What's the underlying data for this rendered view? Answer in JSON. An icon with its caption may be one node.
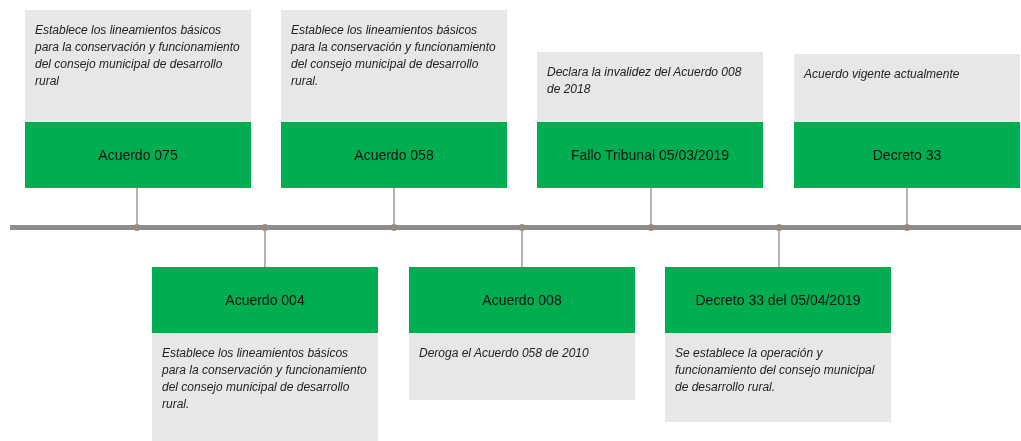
{
  "diagram": {
    "nodes": [
      {
        "text": [
          "Establece los lineamientos básicos para la conservación y funcionamiento del consejo municipal de desarrollo rural",
          "Acuerdo 075"
        ]
      },
      {
        "text": [
          "Acuerdo 004",
          "Establece los lineamientos básicos para la conservación y funcionamiento del consejo municipal de desarrollo rural."
        ]
      },
      {
        "text": [
          "Establece los lineamientos básicos para la conservación y funcionamiento del consejo municipal de desarrollo rural.",
          "Acuerdo 058"
        ]
      },
      {
        "text": [
          "Acuerdo 008",
          "Deroga el Acuerdo 058 de 2010"
        ]
      },
      {
        "text": [
          "Declara la invalidez del Acuerdo 008 de 2018",
          "Fallo Tribunal 05/03/2019"
        ]
      },
      {
        "text": [
          "Decreto 33 del 05/04/2019",
          "Se establece la operación y funcionamiento del consejo municipal de desarrollo rural."
        ]
      },
      {
        "text": [
          "Acuerdo vigente actualmente",
          "Decreto 33"
        ]
      },
      {
        "text": [],
        "shape": "bar"
      }
    ],
    "edges": [
      {
        "from": 0,
        "to": 7,
        "arrow": "none"
      },
      {
        "from": 1,
        "to": 7,
        "arrow": "none"
      },
      {
        "from": 2,
        "to": 7,
        "arrow": "none"
      },
      {
        "from": 3,
        "to": 7,
        "arrow": "none"
      },
      {
        "from": 4,
        "to": 7,
        "arrow": "none"
      },
      {
        "from": 5,
        "to": 7,
        "arrow": "none"
      },
      {
        "from": 6,
        "to": 7,
        "arrow": "none"
      }
    ]
  }
}
